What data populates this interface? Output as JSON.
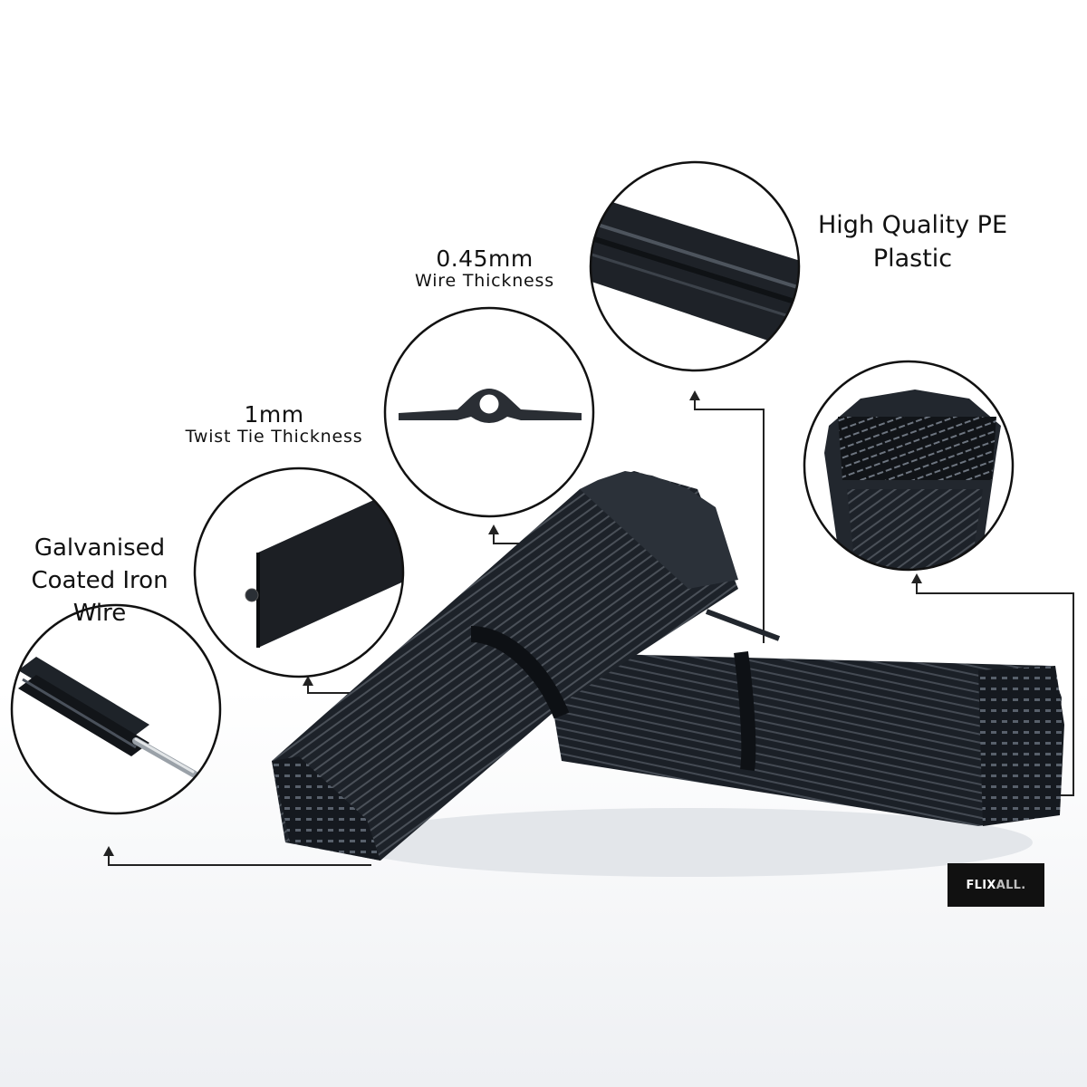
{
  "labels": {
    "galvanised": [
      "Galvanised",
      "Coated Iron",
      "Wire"
    ],
    "twist_tie": {
      "value": "1mm",
      "caption": "Twist Tie Thickness"
    },
    "wire": {
      "value": "0.45mm",
      "caption": "Wire Thickness"
    },
    "pe_plastic": [
      "High Quality PE",
      "Plastic"
    ]
  },
  "logo": {
    "part1": "FLIX",
    "part2": "ALL."
  },
  "colors": {
    "tie": "#1f242b",
    "tie_edge": "#3a4048",
    "line": "#222222",
    "logo_bg": "#111111"
  }
}
